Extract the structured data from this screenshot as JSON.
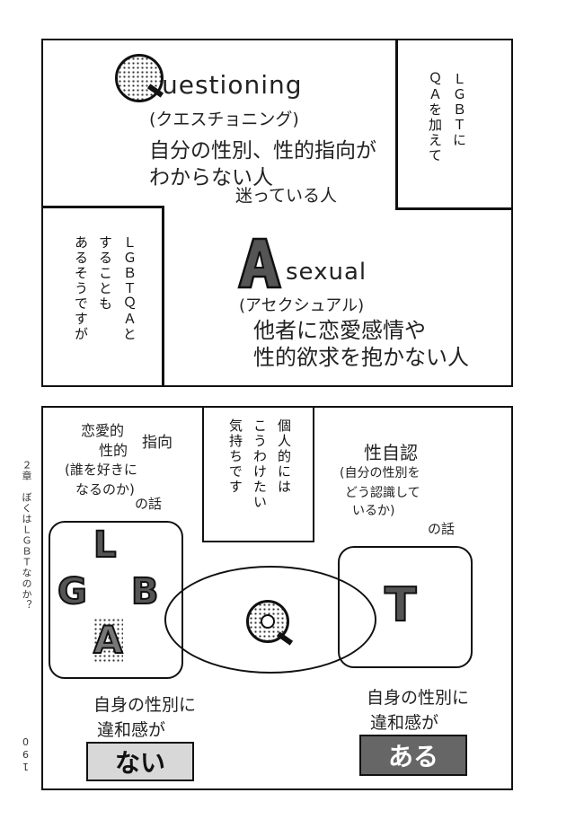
{
  "top_panel": {
    "q_letter": "Q",
    "q_title": "uestioning",
    "q_reading": "(クエスチョニング)",
    "q_line1": "自分の性別、性的指向が",
    "q_line2": "わからない人",
    "q_line3": "迷っている人",
    "side_note": "ＬＧＢＴに\nＱＡを加えて",
    "a_letter": "A",
    "a_title": "sexual",
    "a_reading": "(アセクシュアル)",
    "a_line1": "他者に恋愛感情や",
    "a_line2": "性的欲求を抱かない人",
    "left_note": "ＬＧＢＴＱＡと\nすることも\nあるそうですが"
  },
  "bottom_panel": {
    "center_note": "個人的には\nこうわけたい\n気持ちです",
    "left_label_1": "恋愛的",
    "left_label_2": "性的",
    "left_label_3": "指向",
    "left_label_4": "(誰を好きに",
    "left_label_5": "なるのか)",
    "left_label_6": "の話",
    "right_label_1": "性自認",
    "right_label_2": "(自分の性別を",
    "right_label_3": "どう認識して",
    "right_label_4": "いるか)",
    "right_label_5": "の話",
    "letters": {
      "l": "L",
      "g": "G",
      "b": "B",
      "a": "A",
      "q": "Q",
      "t": "T"
    },
    "left_caption_1": "自身の性別に",
    "left_caption_2": "違和感が",
    "left_box": "ない",
    "right_caption_1": "自身の性別に",
    "right_caption_2": "違和感が",
    "right_box": "ある"
  },
  "sidebar": {
    "chapter": "２章　ぼくはＬＧＢＴなのか？",
    "page_number": "190"
  }
}
